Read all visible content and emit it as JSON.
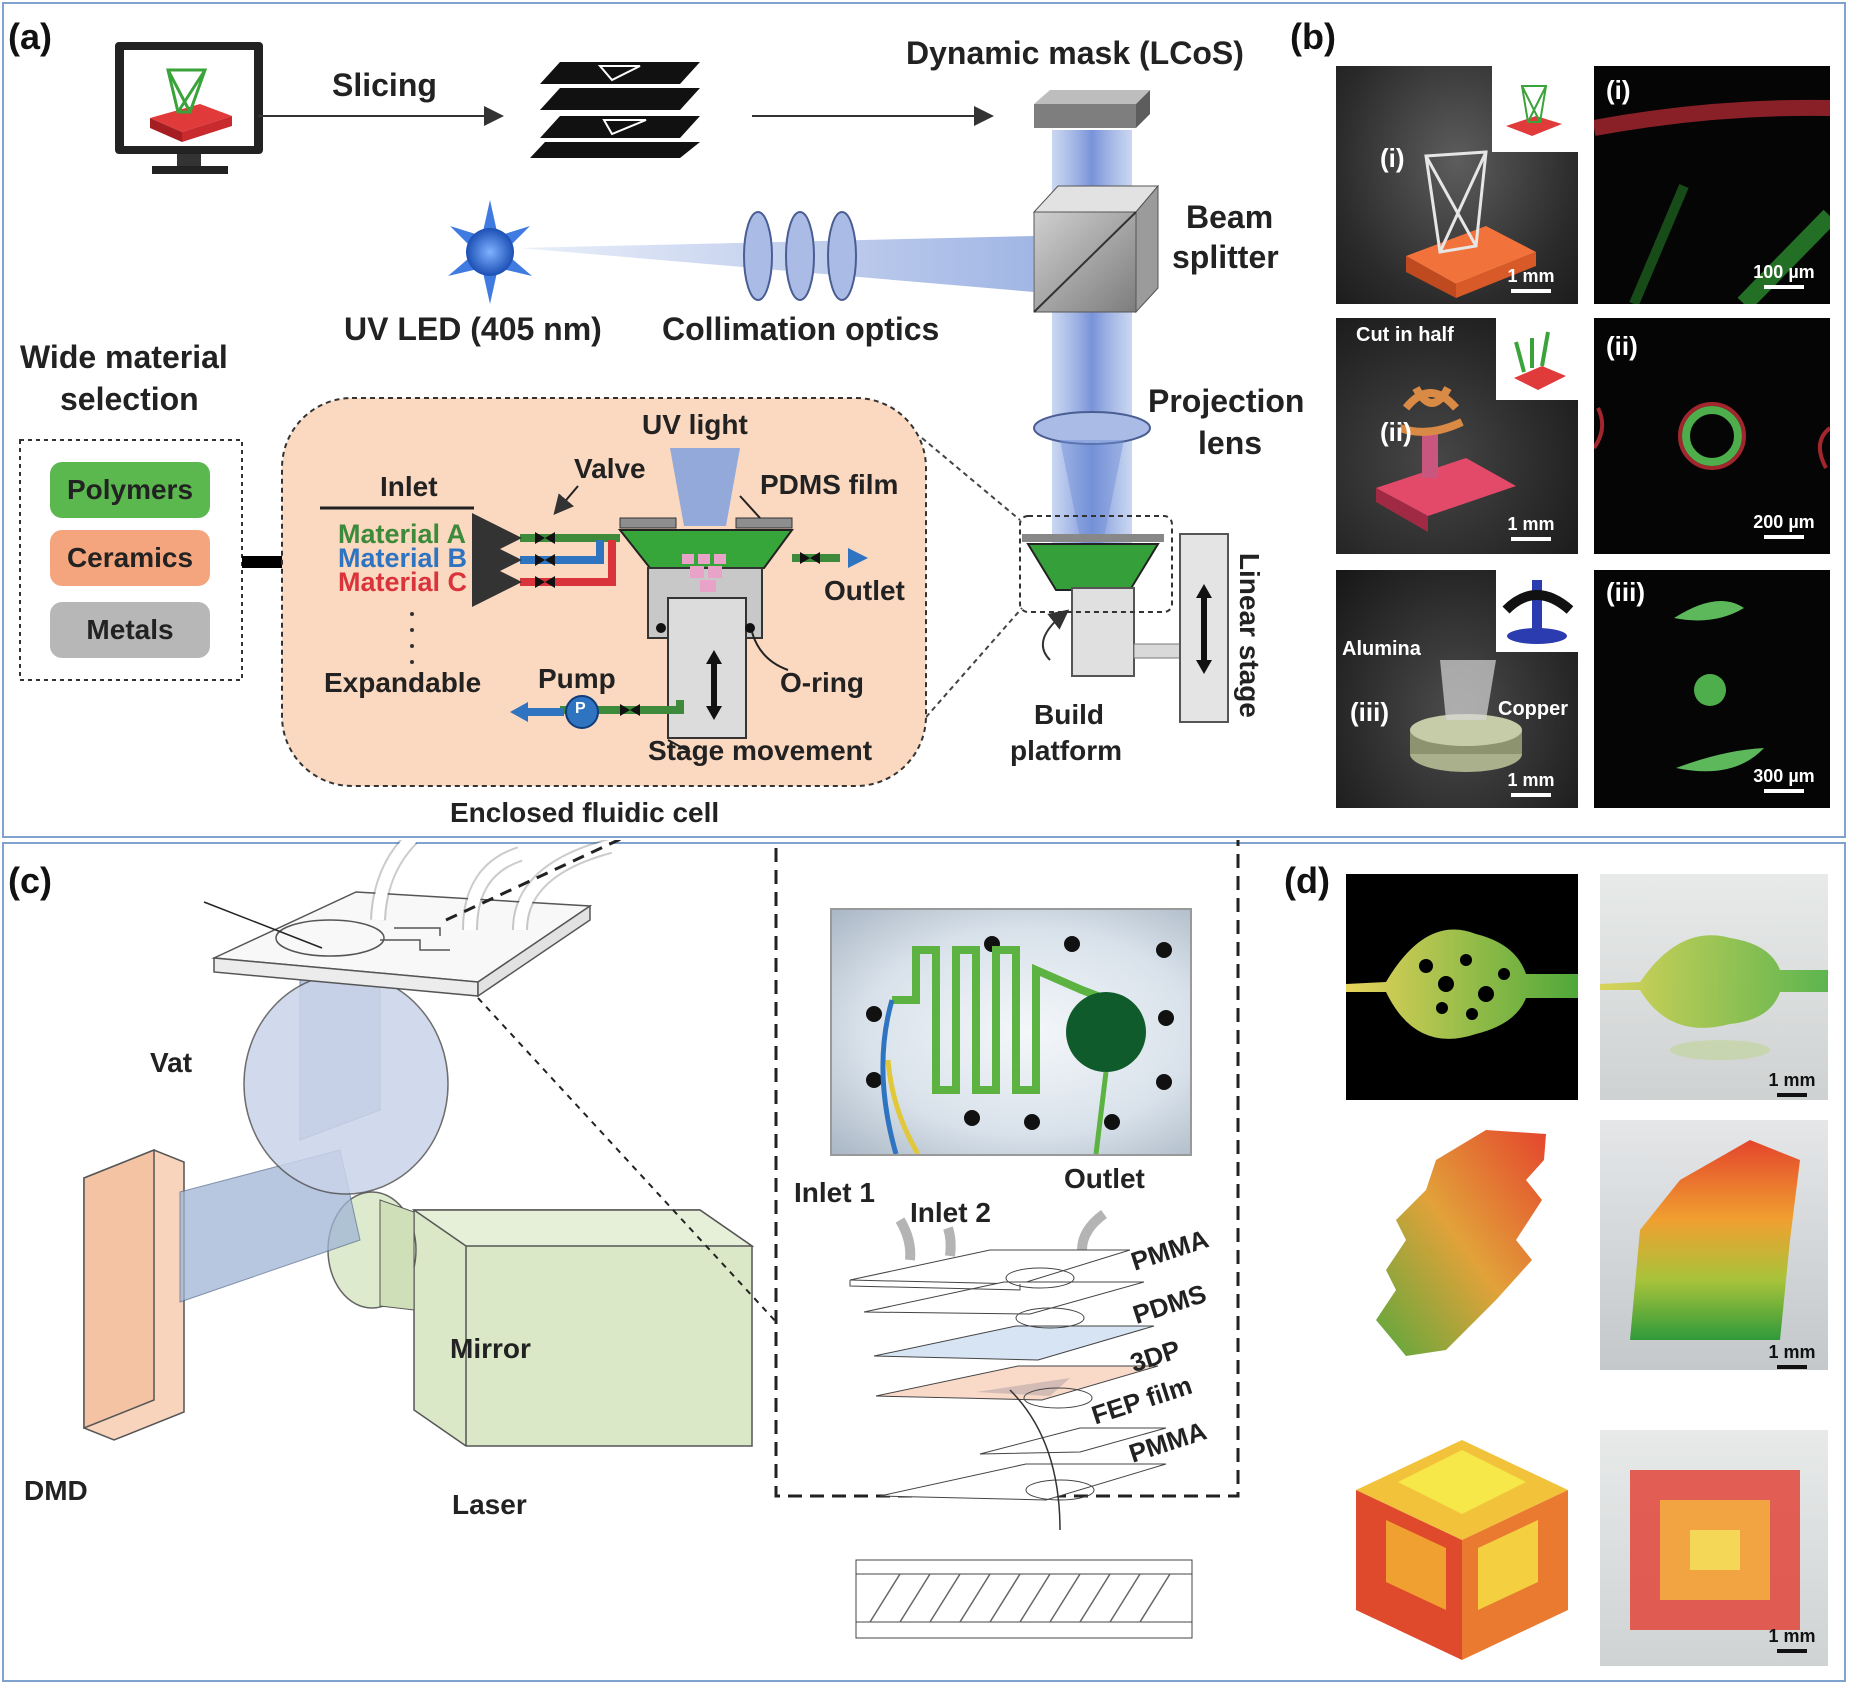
{
  "panels": {
    "a": "(a)",
    "b": "(b)",
    "c": "(c)",
    "d": "(d)"
  },
  "panel_a": {
    "slicing": "Slicing",
    "dynamic_mask": "Dynamic mask (LCoS)",
    "beam_splitter_1": "Beam",
    "beam_splitter_2": "splitter",
    "uv_led": "UV LED (405 nm)",
    "collimation": "Collimation optics",
    "projection_1": "Projection",
    "projection_2": "lens",
    "wide_material_1": "Wide material",
    "wide_material_2": "selection",
    "materials": [
      "Polymers",
      "Ceramics",
      "Metals"
    ],
    "material_colors": [
      "#5bb84e",
      "#f4a57d",
      "#b7b7b7"
    ],
    "uv_light": "UV light",
    "inlet": "Inlet",
    "valve": "Valve",
    "pdms_film": "PDMS film",
    "material_a": "Material A",
    "material_b": "Material B",
    "material_c": "Material C",
    "material_a_color": "#3c8a3a",
    "material_b_color": "#2f74c0",
    "material_c_color": "#d9343b",
    "outlet": "Outlet",
    "expandable": "Expandable",
    "pump": "Pump",
    "pump_symbol": "P",
    "o_ring": "O-ring",
    "stage_movement": "Stage movement",
    "enclosed_cell": "Enclosed fluidic cell",
    "linear_stage": "Linear stage",
    "build_platform_1": "Build",
    "build_platform_2": "platform"
  },
  "panel_b": {
    "photos": [
      {
        "roman": "(i)",
        "scale": "1 mm",
        "fluor_roman": "(i)",
        "fluor_scale": "100 µm"
      },
      {
        "roman": "(ii)",
        "scale": "1 mm",
        "fluor_roman": "(ii)",
        "fluor_scale": "200 µm",
        "note": "Cut in half"
      },
      {
        "roman": "(iii)",
        "scale": "1 mm",
        "fluor_roman": "(iii)",
        "fluor_scale": "300 µm",
        "alumina": "Alumina",
        "copper": "Copper"
      }
    ]
  },
  "panel_c": {
    "vat": "Vat",
    "mirror": "Mirror",
    "dmd": "DMD",
    "laser": "Laser",
    "inlet1": "Inlet 1",
    "inlet2": "Inlet 2",
    "outlet": "Outlet",
    "layers": [
      "PMMA",
      "PDMS",
      "3DP",
      "FEP film",
      "PMMA"
    ]
  },
  "panel_d": {
    "scales": [
      "1 mm",
      "1 mm",
      "1 mm"
    ]
  },
  "colors": {
    "border": "#7fa2cf",
    "beam": "#6f8fd6",
    "peach": "#fbd8c0",
    "green": "#37a63a"
  }
}
